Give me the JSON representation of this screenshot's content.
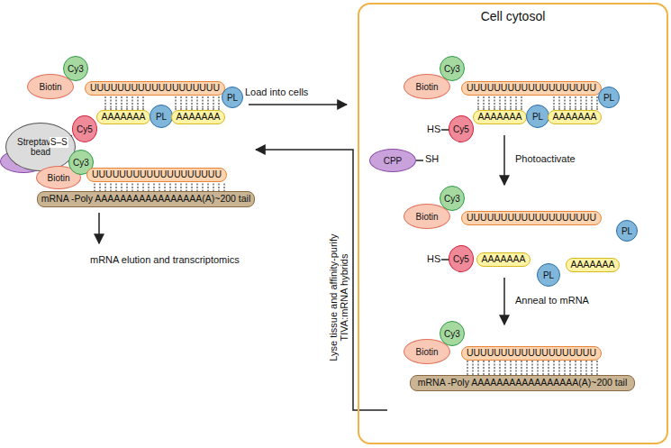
{
  "diagram": {
    "nodes": [
      {
        "text": [
          "Cell cytosol"
        ]
      },
      {
        "text": [
          "Biotin"
        ]
      },
      {
        "text": [
          "Cy3"
        ]
      },
      {
        "text": [
          "UUUUUUUUUUUUUUUUUUU"
        ]
      },
      {
        "text": [
          "CPP"
        ]
      },
      {
        "text": [
          "Cy5"
        ]
      },
      {
        "text": [
          "AAAAAAA"
        ]
      },
      {
        "text": [
          "PL"
        ]
      },
      {
        "text": [
          "AAAAAAA"
        ]
      },
      {
        "text": [
          "PL"
        ]
      },
      {
        "text": [
          "Biotin"
        ],
        "in": 0
      },
      {
        "text": [
          "Cy3"
        ],
        "in": 0
      },
      {
        "text": [
          "UUUUUUUUUUUUUUUUUUU"
        ],
        "in": 0
      },
      {
        "text": [
          "PL"
        ],
        "in": 0
      },
      {
        "text": [
          "CPP"
        ],
        "in": 0
      },
      {
        "text": [
          "Cy5"
        ],
        "in": 0
      },
      {
        "text": [
          "AAAAAAA"
        ],
        "in": 0
      },
      {
        "text": [
          "PL"
        ],
        "in": 0
      },
      {
        "text": [
          "AAAAAAA"
        ],
        "in": 0
      },
      {
        "text": [
          "Biotin"
        ],
        "in": 0
      },
      {
        "text": [
          "Cy3"
        ],
        "in": 0
      },
      {
        "text": [
          "UUUUUUUUUUUUUUUUUUU"
        ],
        "in": 0
      },
      {
        "text": [
          "PL"
        ],
        "in": 0
      },
      {
        "text": [
          "Cy5"
        ],
        "in": 0
      },
      {
        "text": [
          "AAAAAAA"
        ],
        "in": 0
      },
      {
        "text": [
          "PL"
        ],
        "in": 0
      },
      {
        "text": [
          "AAAAAAA"
        ],
        "in": 0
      },
      {
        "text": [
          "Biotin"
        ],
        "in": 0
      },
      {
        "text": [
          "Cy3"
        ],
        "in": 0
      },
      {
        "text": [
          "UUUUUUUUUUUUUUUUUUU"
        ],
        "in": 0
      },
      {
        "text": [
          "mRNA -Poly AAAAAAAAAAAAAAAAA(A)~200 tail"
        ],
        "in": 0
      },
      {
        "text": [
          "Streptavidin bead"
        ]
      },
      {
        "text": [
          "Biotin"
        ]
      },
      {
        "text": [
          "Cy3"
        ]
      },
      {
        "text": [
          "UUUUUUUUUUUUUUUUUUU"
        ]
      },
      {
        "text": [
          "mRNA -Poly AAAAAAAAAAAAAAAAA(A)~200 tail"
        ]
      }
    ],
    "edges": [
      {
        "from": 4,
        "to": 5,
        "label": "S–S",
        "arrow": "none"
      }
    ],
    "labels": [
      "Load into cells",
      "SH",
      "HS",
      "Photoactivate",
      "HS",
      "Anneal to mRNA",
      "Lyse tissue and affinity-purify TIVA:mRNA hybrids",
      "mRNA elution and transcriptomics"
    ]
  }
}
